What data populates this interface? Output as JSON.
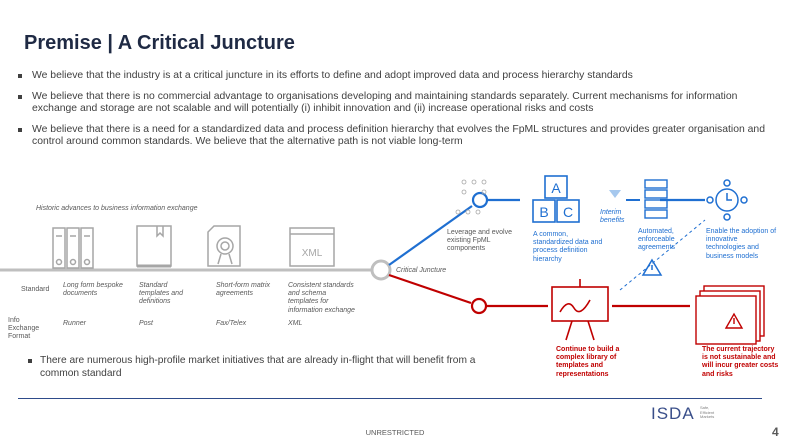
{
  "title": "Premise | A Critical Juncture",
  "bullets": [
    "We believe that the industry is at a critical juncture in its efforts to define and adopt improved data and process hierarchy standards",
    "We believe that there is no commercial advantage to organisations developing and maintaining standards separately. Current mechanisms for information exchange and storage are not scalable and will potentially (i) inhibit innovation and (ii) increase operational risks and costs",
    "We believe that there is a need for a standardized data and process definition hierarchy that evolves the FpML structures and provides greater organisation and control around common standards. We believe that the alternative path is not viable long-term"
  ],
  "diagram": {
    "historic_label": "Historic advances to business information exchange",
    "row_labels": {
      "standard": "Standard",
      "format": "Info Exchange Format"
    },
    "historic_items": [
      {
        "standard": "Long form bespoke documents",
        "format": "Runner",
        "icon": "binders-icon"
      },
      {
        "standard": "Standard templates and definitions",
        "format": "Post",
        "icon": "book-icon"
      },
      {
        "standard": "Short-form matrix agreements",
        "format": "Fax/Telex",
        "icon": "certificate-icon"
      },
      {
        "standard": "Consistent standards and schema templates for information exchange",
        "format": "XML",
        "icon": "xml-window-icon",
        "icon_text": "XML"
      }
    ],
    "critical_juncture": "Critical Juncture",
    "blue_path": {
      "leverage": "Leverage and evolve existing FpML components",
      "common": "A common, standardized data and process definition hierarchy",
      "interim": "Interim benefits",
      "automated": "Automated, enforceable agreements",
      "enable": "Enable the adoption of innovative technologies and business models",
      "abc": [
        "A",
        "B",
        "C"
      ]
    },
    "red_path": {
      "continue": "Continue to build a complex library of templates and representations",
      "trajectory": "The current trajectory is not sustainable and will incur greater costs and risks"
    },
    "colors": {
      "blue": "#1f6fd1",
      "red": "#c00000",
      "gray": "#bfbfbf",
      "icon_gray": "#a6a6a6"
    }
  },
  "bottom_bullet": "There are numerous high-profile market initiatives that are already in-flight that will benefit from a common standard",
  "footer": {
    "classification": "UNRESTRICTED",
    "page": "4",
    "logo": "ISDA",
    "logo_sub": [
      "Safe,",
      "Efficient",
      "Markets"
    ]
  }
}
